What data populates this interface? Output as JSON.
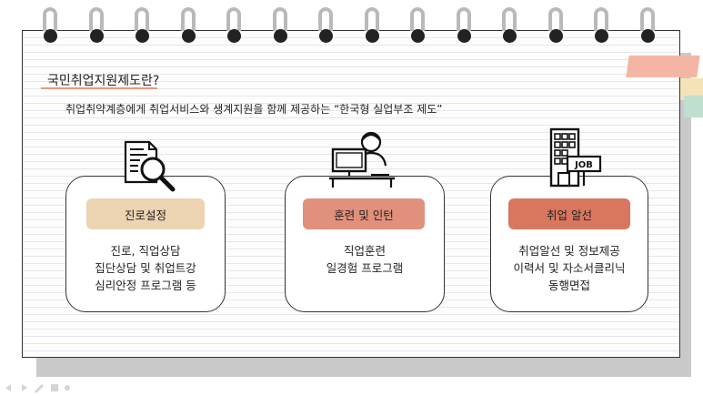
{
  "slide": {
    "title": "국민취업지원제도란?",
    "subtitle": "취업취약계층에게 취업서비스와 생계지원을 함께 제공하는 “한국형 실업부조 제도”"
  },
  "cards": [
    {
      "label": "진로설정",
      "pill_color": "#ecd3b2",
      "lines": [
        "진로, 직업상담",
        "집단상담 및 취업트강",
        "심리안정 프로그램 등"
      ],
      "icon": "document-search-icon"
    },
    {
      "label": "훈련 및 인턴",
      "pill_color": "#e1907c",
      "lines": [
        "직업훈련",
        "일경험 프로그램"
      ],
      "icon": "person-computer-icon"
    },
    {
      "label": "취업 알선",
      "pill_color": "#d8775e",
      "lines": [
        "취업알선 및 정보제공",
        "이력서 및 자소서클리닉",
        "동행면접"
      ],
      "icon": "job-building-icon"
    }
  ],
  "colors": {
    "accent_line": "#e79880",
    "tab_pink": "#f4b6a4",
    "tab_yellow": "#f4e3b8",
    "tab_green": "#bfe0cf"
  }
}
